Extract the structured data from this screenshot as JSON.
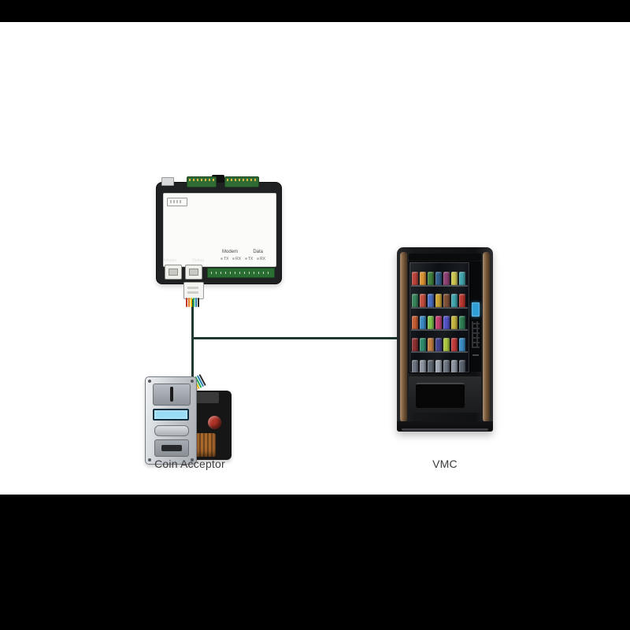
{
  "scene": {
    "background": "#000000",
    "stage_background": "#ffffff"
  },
  "labels": {
    "coin_acceptor": "Coin Acceptor",
    "vmc": "VMC"
  },
  "controller": {
    "groups": [
      "Modem",
      "Data"
    ],
    "leds": [
      "TX",
      "RX",
      "TX",
      "RX"
    ],
    "ports": [
      "Adapter",
      "Debug"
    ]
  },
  "cables": {
    "color": "#1e3a30"
  },
  "harness": {
    "wire_colors": [
      "#c0392b",
      "#e67e22",
      "#f1c40f",
      "#27ae60",
      "#2980b9",
      "#2c2c2c"
    ]
  },
  "coin_acceptor": {
    "display_color": "#9adcf5",
    "knob_color": "#b03226",
    "coil_color": "#a9682c"
  },
  "vmc": {
    "screen_color": "#2f9fd8",
    "wood_color": "#8a6642",
    "shelves": [
      [
        "#b5342c",
        "#d98e2b",
        "#3e7f3a",
        "#2f5f8a",
        "#8a3b6e",
        "#c9c24a",
        "#3aa0a8"
      ],
      [
        "#2e7d52",
        "#c24a3a",
        "#4a6fc2",
        "#caa12f",
        "#7a4a2e",
        "#3aa0a8",
        "#b5342c"
      ],
      [
        "#c2572e",
        "#3a8ac2",
        "#7dc24a",
        "#c23a6e",
        "#4a4ac2",
        "#c2b23a",
        "#2e7d52"
      ],
      [
        "#8a2e2e",
        "#2e8a6e",
        "#c27a3a",
        "#3a3a8a",
        "#a8c23a",
        "#c23a3a",
        "#3a8ac2"
      ],
      [
        "#6b7480",
        "#8a939e",
        "#5a636e",
        "#9aa3ae",
        "#6b7480",
        "#8a939e",
        "#5a636e"
      ]
    ]
  }
}
